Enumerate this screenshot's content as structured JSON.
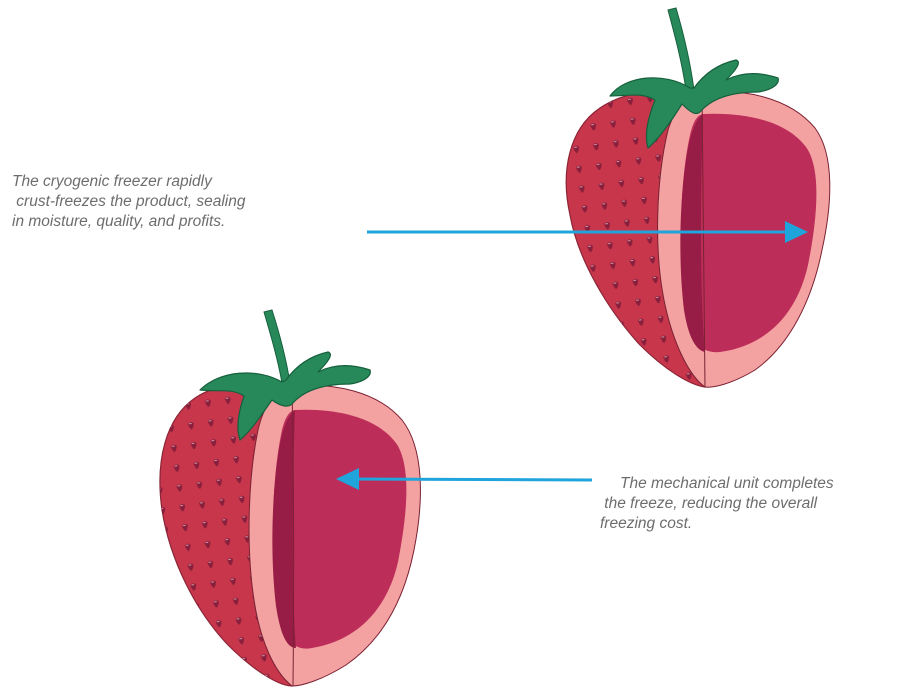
{
  "captions": {
    "cryogenic": [
      "The cryogenic freezer rapidly",
      " crust-freezes the product, sealing",
      "in moisture, quality, and profits."
    ],
    "mechanical": [
      "The mechanical unit completes",
      " the freeze, reducing the overall",
      "freezing cost."
    ]
  },
  "colors": {
    "skin": "#c8364c",
    "seed": "#8a1f3c",
    "seed_highlight": "#d9a7b5",
    "flesh_outer": "#f4a1a1",
    "flesh_inner": "#bc2d59",
    "core_shadow": "#971c46",
    "leaf": "#27885a",
    "leaf_dark": "#16603d",
    "arrow": "#1fa4dc"
  }
}
